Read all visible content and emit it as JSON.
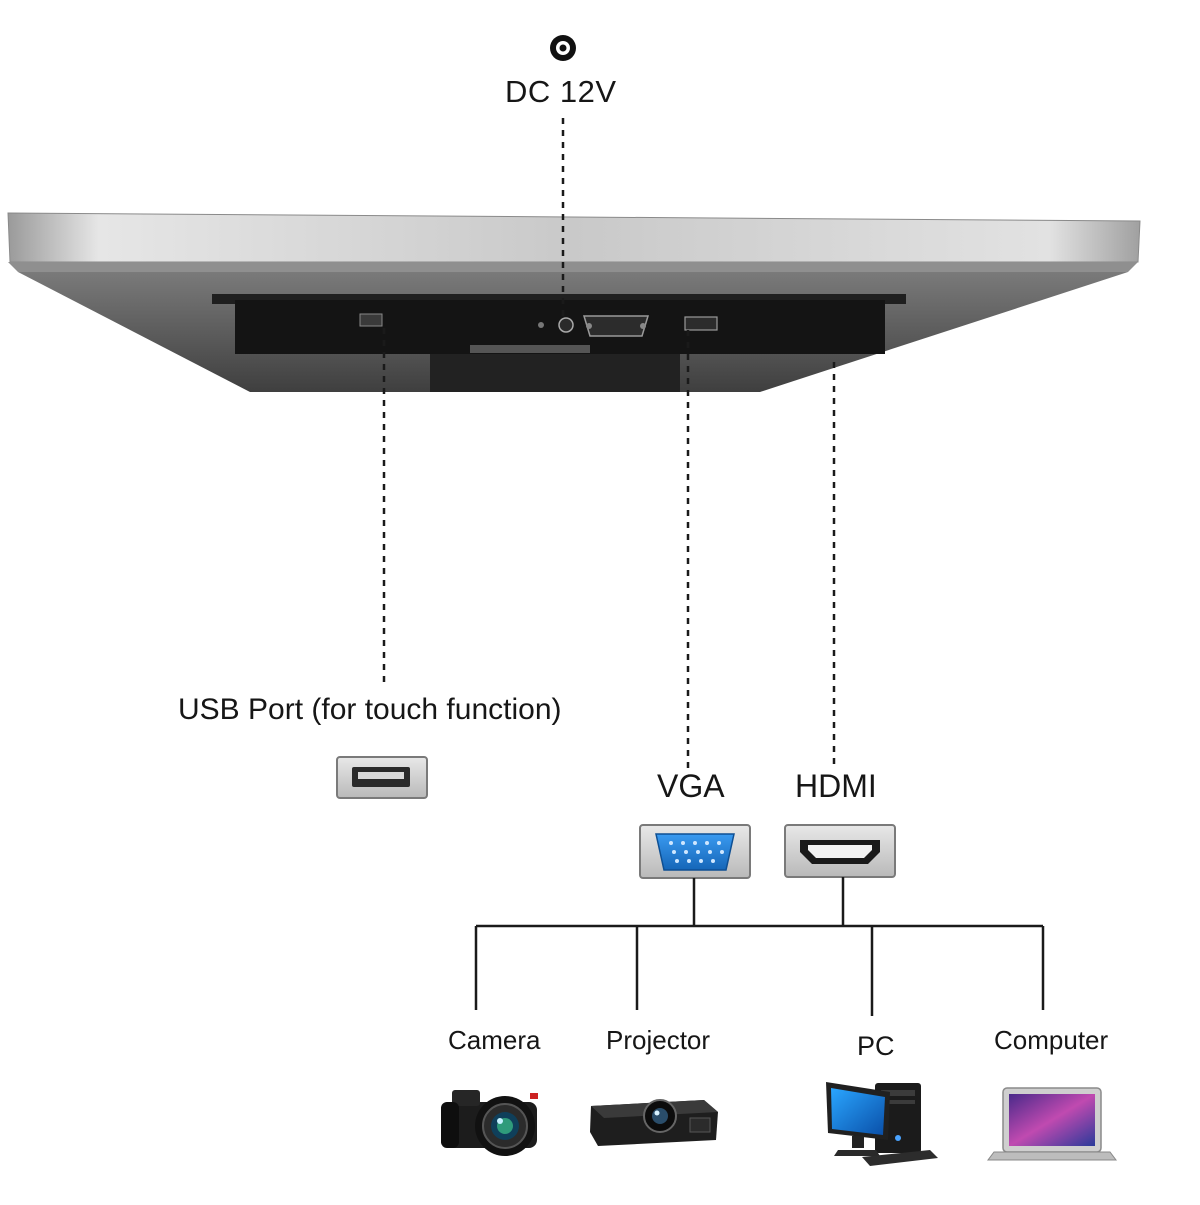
{
  "power": {
    "label": "DC 12V",
    "icon": "power-jack-icon"
  },
  "usb": {
    "label": "USB Port (for touch function)",
    "icon": "usb-port-icon"
  },
  "vga": {
    "label": "VGA",
    "icon": "vga-port-icon",
    "accent": "#1f7fd8"
  },
  "hdmi": {
    "label": "HDMI",
    "icon": "hdmi-port-icon"
  },
  "devices": [
    {
      "label": "Camera",
      "icon": "camera-icon"
    },
    {
      "label": "Projector",
      "icon": "projector-icon"
    },
    {
      "label": "PC",
      "icon": "desktop-pc-icon"
    },
    {
      "label": "Computer",
      "icon": "laptop-icon"
    }
  ],
  "colors": {
    "background": "#ffffff",
    "line": "#1a1a1a",
    "monitor_frame": "#b5b5b5",
    "monitor_back": "#5a5a5a",
    "port_panel": "#141414"
  }
}
